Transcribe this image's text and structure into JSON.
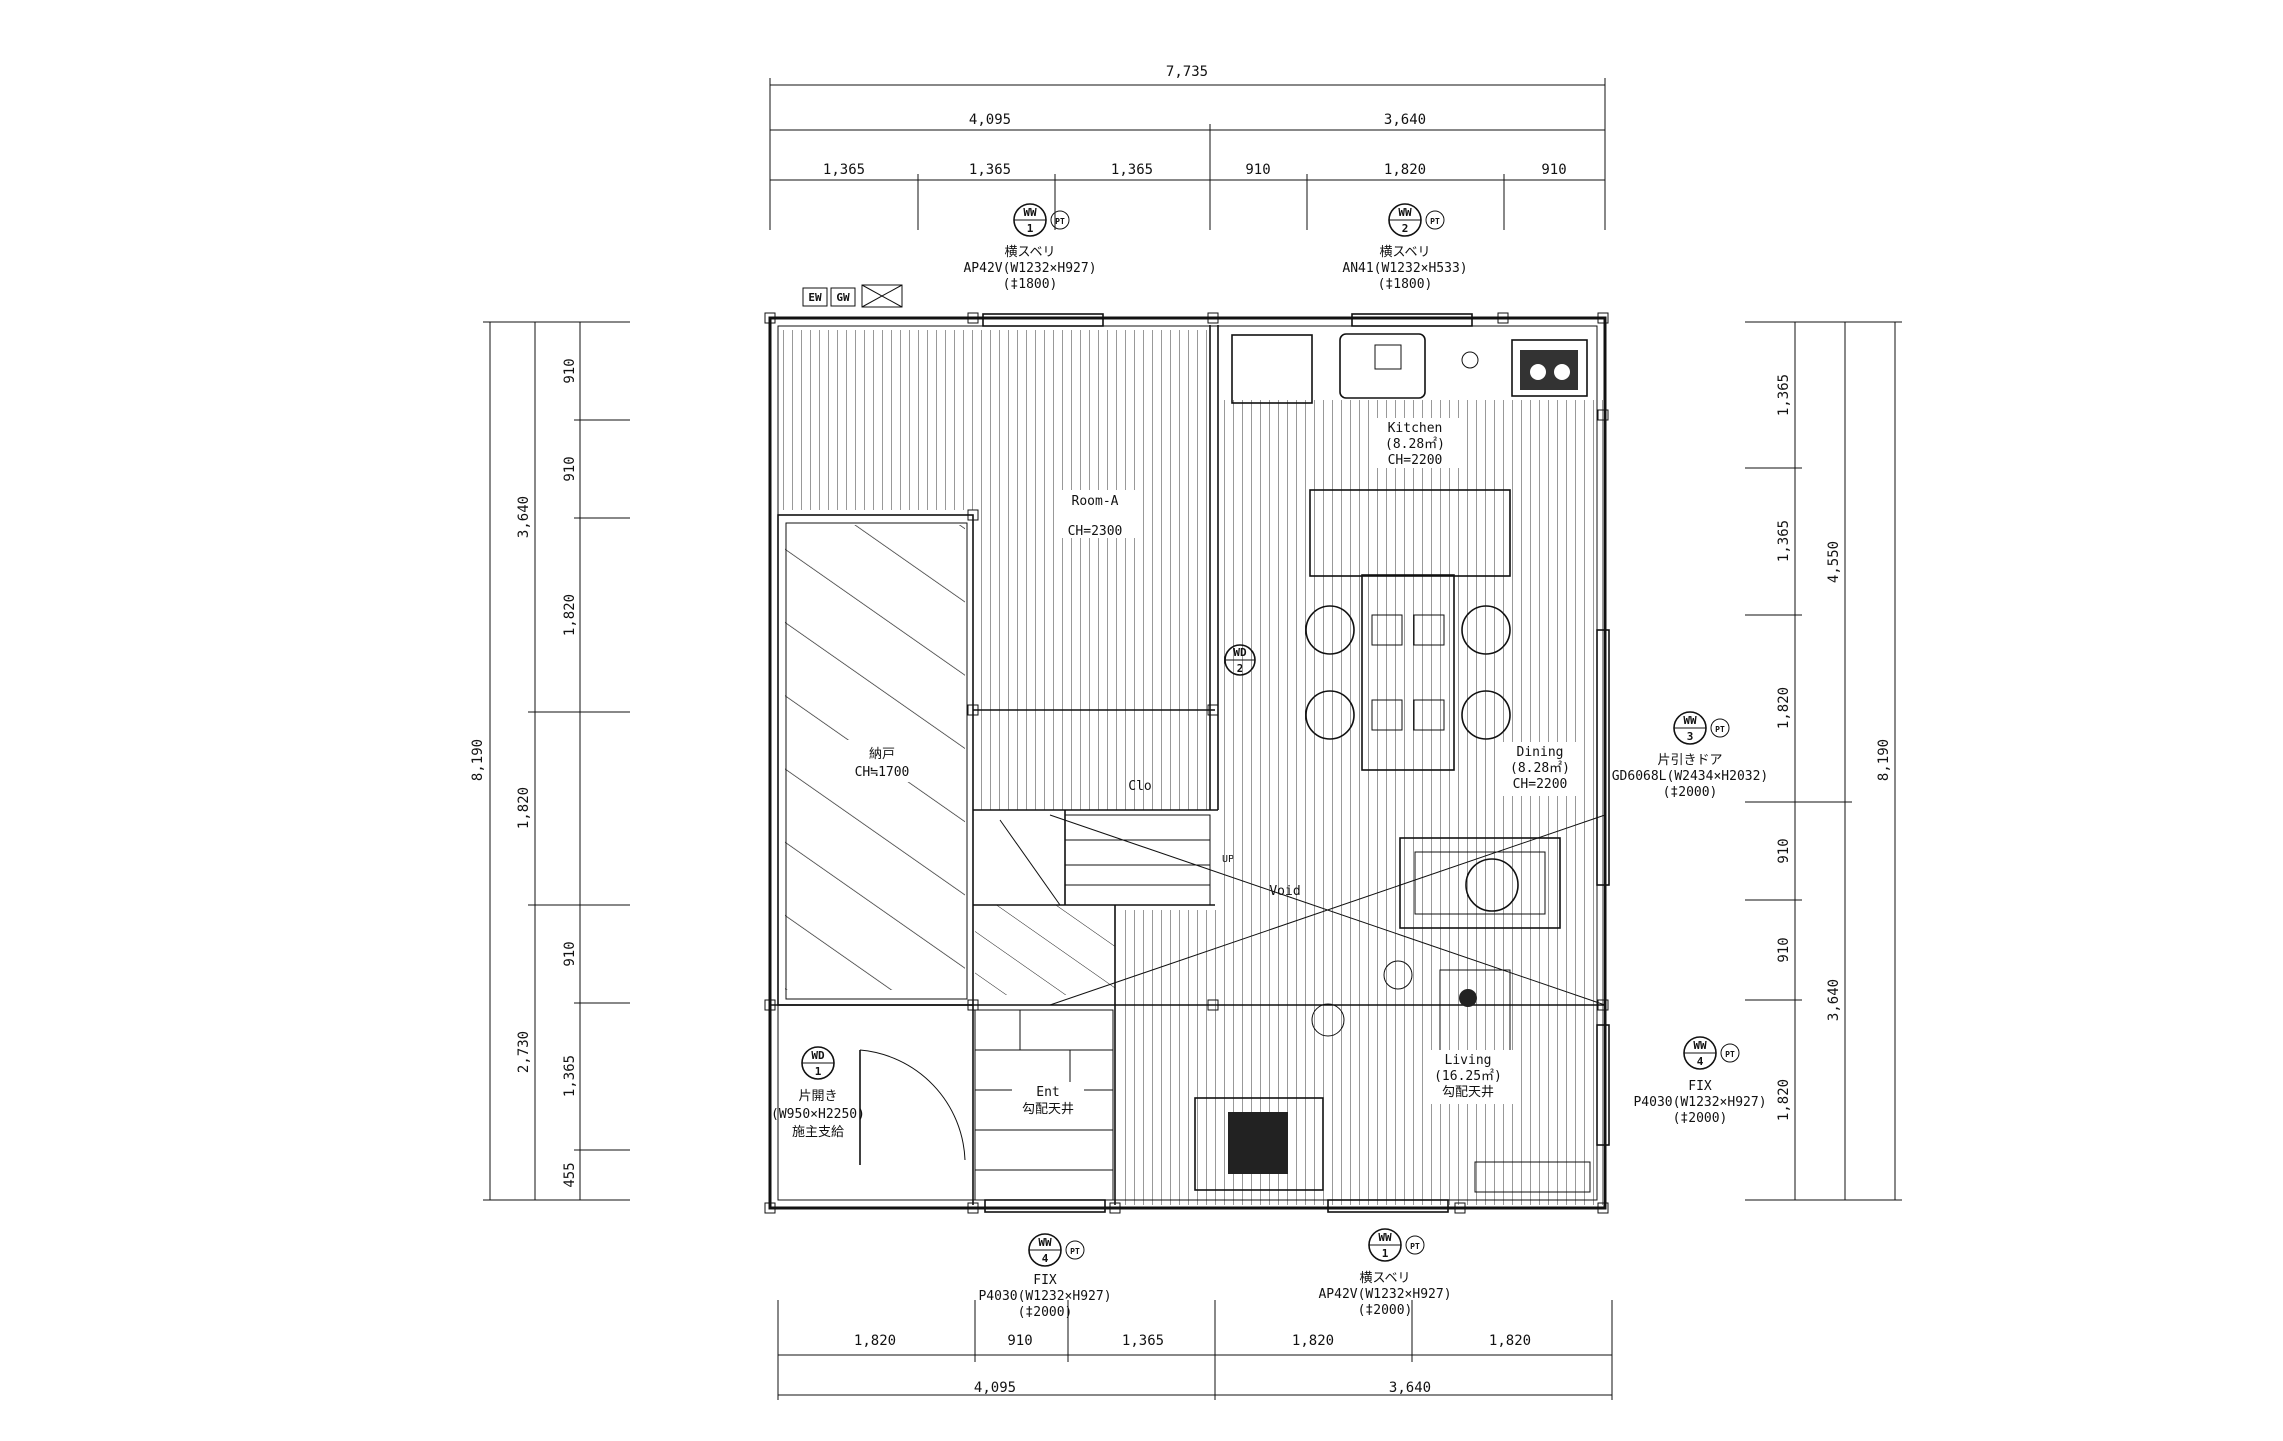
{
  "top_dims": {
    "total": "7,735",
    "row2": [
      "4,095",
      "3,640"
    ],
    "row3": [
      "1,365",
      "1,365",
      "1,365",
      "910",
      "1,820",
      "910"
    ]
  },
  "bottom_dims": {
    "row1": [
      "1,820",
      "910",
      "1,365",
      "1,820",
      "1,820"
    ],
    "row2": [
      "4,095",
      "3,640"
    ]
  },
  "left_dims": {
    "total": "8,190",
    "mid": [
      "3,640",
      "1,820",
      "2,730"
    ],
    "inner": [
      "910",
      "910",
      "1,820",
      "910",
      "1,365",
      "455"
    ]
  },
  "right_dims": {
    "total": "8,190",
    "mid": [
      "4,550",
      "3,640"
    ],
    "inner": [
      "1,365",
      "1,365",
      "1,820",
      "910",
      "910",
      "1,820"
    ]
  },
  "windows": {
    "ww1_top": {
      "code": "WW",
      "num": "1",
      "pt": "PT",
      "type": "横スベリ",
      "spec": "AP42V(W1232×H927)",
      "height": "(‡1800)"
    },
    "ww2_top": {
      "code": "WW",
      "num": "2",
      "pt": "PT",
      "type": "横スベリ",
      "spec": "AN41(W1232×H533)",
      "height": "(‡1800)"
    },
    "ww3_right": {
      "code": "WW",
      "num": "3",
      "pt": "PT",
      "type": "片引きドア",
      "spec": "GD6068L(W2434×H2032)",
      "height": "(‡2000)"
    },
    "ww4_right": {
      "code": "WW",
      "num": "4",
      "pt": "PT",
      "type": "FIX",
      "spec": "P4030(W1232×H927)",
      "height": "(‡2000)"
    },
    "ww4_bottom": {
      "code": "WW",
      "num": "4",
      "pt": "PT",
      "type": "FIX",
      "spec": "P4030(W1232×H927)",
      "height": "(‡2000)"
    },
    "ww1_bottom": {
      "code": "WW",
      "num": "1",
      "pt": "PT",
      "type": "横スベリ",
      "spec": "AP42V(W1232×H927)",
      "height": "(‡2000)"
    },
    "wd1": {
      "code": "WD",
      "num": "1",
      "type": "片開き",
      "spec": "(W950×H2250)",
      "note": "施主支給"
    },
    "wd2": {
      "code": "WD",
      "num": "2"
    }
  },
  "legend": {
    "ew": "EW",
    "gw": "GW"
  },
  "rooms": {
    "kitchen": {
      "name": "Kitchen",
      "area": "(8.28㎡)",
      "ch": "CH=2200"
    },
    "room_a": {
      "name": "Room-A",
      "ch": "CH=2300"
    },
    "storage": {
      "name": "納戸",
      "ch": "CH≒1700"
    },
    "dining": {
      "name": "Dining",
      "area": "(8.28㎡)",
      "ch": "CH=2200"
    },
    "clo": {
      "name": "Clo"
    },
    "up": {
      "name": "UP"
    },
    "void": {
      "name": "Void"
    },
    "ent": {
      "name": "Ent",
      "ceiling": "勾配天井"
    },
    "living": {
      "name": "Living",
      "area": "(16.25㎡)",
      "ceiling": "勾配天井"
    }
  }
}
